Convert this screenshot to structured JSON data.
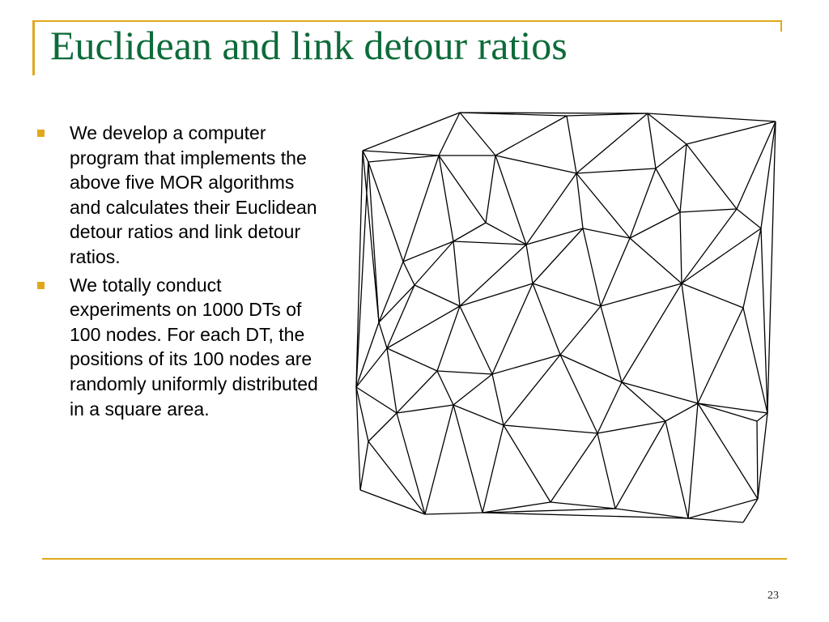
{
  "slide": {
    "title": "Euclidean and link detour ratios",
    "page_number": "23"
  },
  "bullets": [
    {
      "text": "We develop a computer program that implements the above five MOR algorithms and calculates their Euclidean detour ratios and link detour ratios."
    },
    {
      "text": "We totally conduct experiments on 1000 DTs of 100 nodes. For each DT, the positions of its 100 nodes are randomly uniformly distributed in a square area."
    }
  ],
  "colors": {
    "accent": "#e0a81c",
    "title": "#0d6b3a",
    "text": "#000000"
  }
}
